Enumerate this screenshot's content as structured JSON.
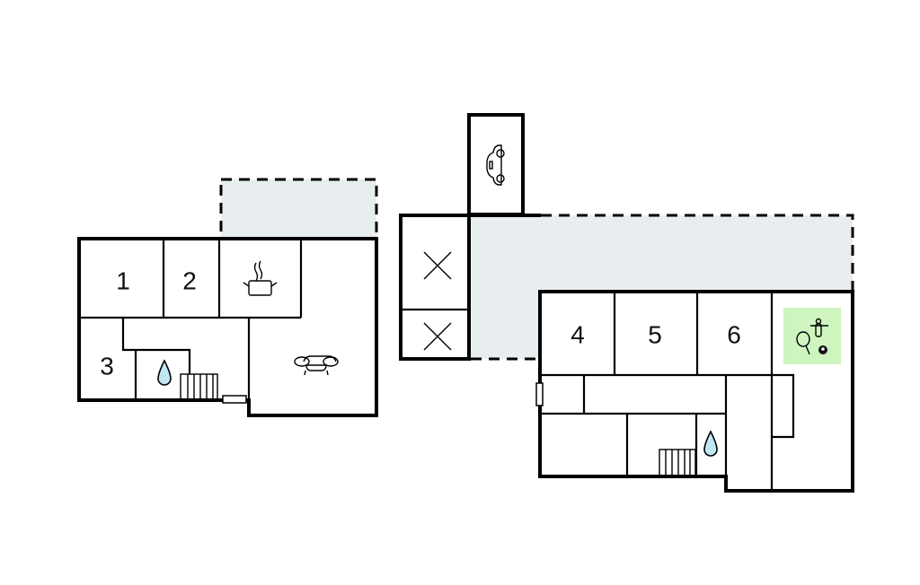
{
  "floorplan": {
    "colors": {
      "background": "#ffffff",
      "walls": "#000000",
      "outdoor_area": "#e8eeef",
      "bathroom_icon": "#bfe8f2",
      "activity_highlight": "#cef5c0"
    },
    "left_building": {
      "rooms": [
        {
          "label": "1",
          "type": "bedroom"
        },
        {
          "label": "2",
          "type": "bedroom"
        },
        {
          "label": "3",
          "type": "bedroom"
        },
        {
          "label": "",
          "type": "kitchen",
          "icon": "cooking-pot-icon"
        },
        {
          "label": "",
          "type": "living-room",
          "icon": "sofa-icon"
        },
        {
          "label": "",
          "type": "bathroom",
          "icon": "water-drop-icon"
        },
        {
          "label": "",
          "type": "stairs",
          "icon": "stairs-icon"
        }
      ],
      "outdoor": "terrace"
    },
    "middle_building": {
      "rooms": [
        {
          "label": "",
          "type": "carport",
          "icon": "car-icon"
        },
        {
          "label": "",
          "type": "unavailable",
          "icon": "cross-icon"
        },
        {
          "label": "",
          "type": "unavailable",
          "icon": "cross-icon"
        }
      ]
    },
    "right_building": {
      "rooms": [
        {
          "label": "4",
          "type": "bedroom"
        },
        {
          "label": "5",
          "type": "bedroom"
        },
        {
          "label": "6",
          "type": "bedroom"
        },
        {
          "label": "",
          "type": "activity-room",
          "icon": "table-tennis-foosball-billiard-icon"
        },
        {
          "label": "",
          "type": "bathroom",
          "icon": "water-drop-icon"
        },
        {
          "label": "",
          "type": "stairs",
          "icon": "stairs-icon"
        }
      ],
      "outdoor": "terrace"
    }
  }
}
